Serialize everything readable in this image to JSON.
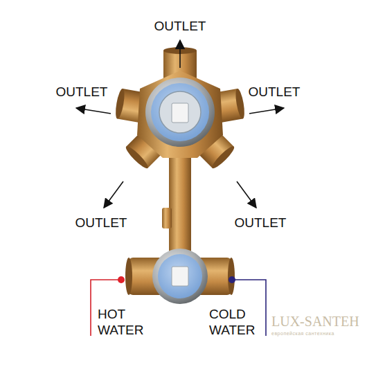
{
  "diagram": {
    "labels": [
      "OUTLET",
      "OUTLET",
      "OUTLET",
      "OUTLET",
      "OUTLET",
      "HOT WATER",
      "COLD WATER",
      "LUX-SANTEH",
      "европейская сантехника"
    ]
  }
}
